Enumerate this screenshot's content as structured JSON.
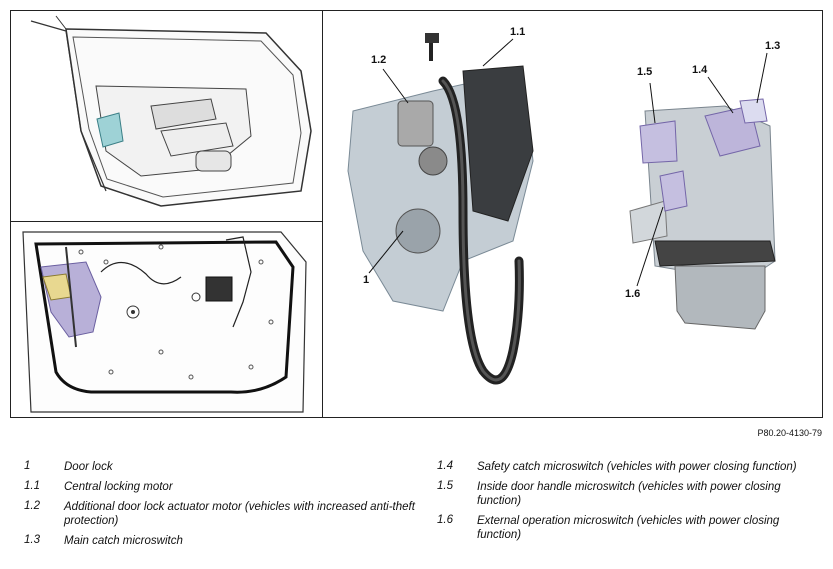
{
  "callouts": {
    "c1": "1",
    "c1_1": "1.1",
    "c1_2": "1.2",
    "c1_3": "1.3",
    "c1_4": "1.4",
    "c1_5": "1.5",
    "c1_6": "1.6"
  },
  "reference": "P80.20-4130-79",
  "legend": {
    "left": [
      {
        "num": "1",
        "text": "Door lock"
      },
      {
        "num": "1.1",
        "text": "Central locking motor"
      },
      {
        "num": "1.2",
        "text": "Additional door lock actuator motor (vehicles with increased anti-theft protection)"
      },
      {
        "num": "1.3",
        "text": "Main catch microswitch"
      }
    ],
    "right": [
      {
        "num": "1.4",
        "text": "Safety catch microswitch (vehicles with power closing function)"
      },
      {
        "num": "1.5",
        "text": "Inside door handle microswitch (vehicles with power closing function)"
      },
      {
        "num": "1.6",
        "text": "External operation microswitch (vehicles with power closing function)"
      }
    ]
  }
}
